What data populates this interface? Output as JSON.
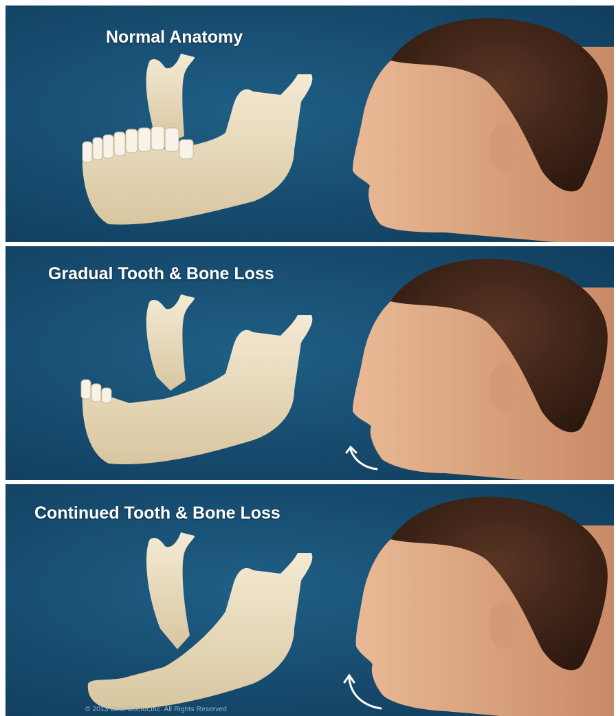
{
  "panels": [
    {
      "title": "Normal Anatomy"
    },
    {
      "title": "Gradual Tooth & Bone Loss"
    },
    {
      "title": "Continued Tooth & Bone Loss"
    }
  ],
  "copyright": "© 2013 Dear Doctor,Inc. All Rights Reserved",
  "colors": {
    "background": "#184e72",
    "bone": "#e9dcbf",
    "skin": "#e3b08e",
    "hair": "#3a2418",
    "divider": "#ffffff"
  }
}
